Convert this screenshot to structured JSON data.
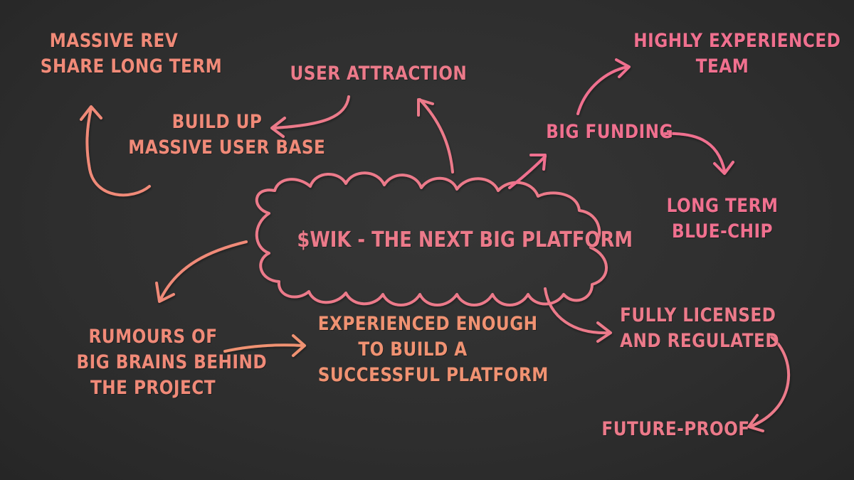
{
  "colors": {
    "background": "#2f2f2f",
    "pink": "#f0708f",
    "rose": "#ec7a8a",
    "salmon": "#f08a78",
    "coral": "#f09272"
  },
  "center": {
    "label": "$WIK - THE NEXT BIG PLATFORM"
  },
  "nodes": {
    "massive_rev": {
      "lines": [
        "MASSIVE REV",
        "SHARE LONG TERM"
      ]
    },
    "user_attraction": {
      "lines": [
        "USER ATTRACTION"
      ]
    },
    "build_up": {
      "lines": [
        "BUILD UP",
        "MASSIVE USER BASE"
      ]
    },
    "highly_experienced": {
      "lines": [
        "HIGHLY EXPERIENCED",
        "TEAM"
      ]
    },
    "big_funding": {
      "lines": [
        "BIG FUNDING"
      ]
    },
    "long_term": {
      "lines": [
        "LONG TERM",
        "BLUE-CHIP"
      ]
    },
    "rumours": {
      "lines": [
        "RUMOURS OF",
        "BIG BRAINS BEHIND",
        "THE PROJECT"
      ]
    },
    "experienced_enough": {
      "lines": [
        "EXPERIENCED ENOUGH",
        "TO BUILD A",
        "SUCCESSFUL PLATFORM"
      ]
    },
    "fully_licensed": {
      "lines": [
        "FULLY LICENSED",
        "AND REGULATED"
      ]
    },
    "future_proof": {
      "lines": [
        "FUTURE-PROOF"
      ]
    }
  }
}
